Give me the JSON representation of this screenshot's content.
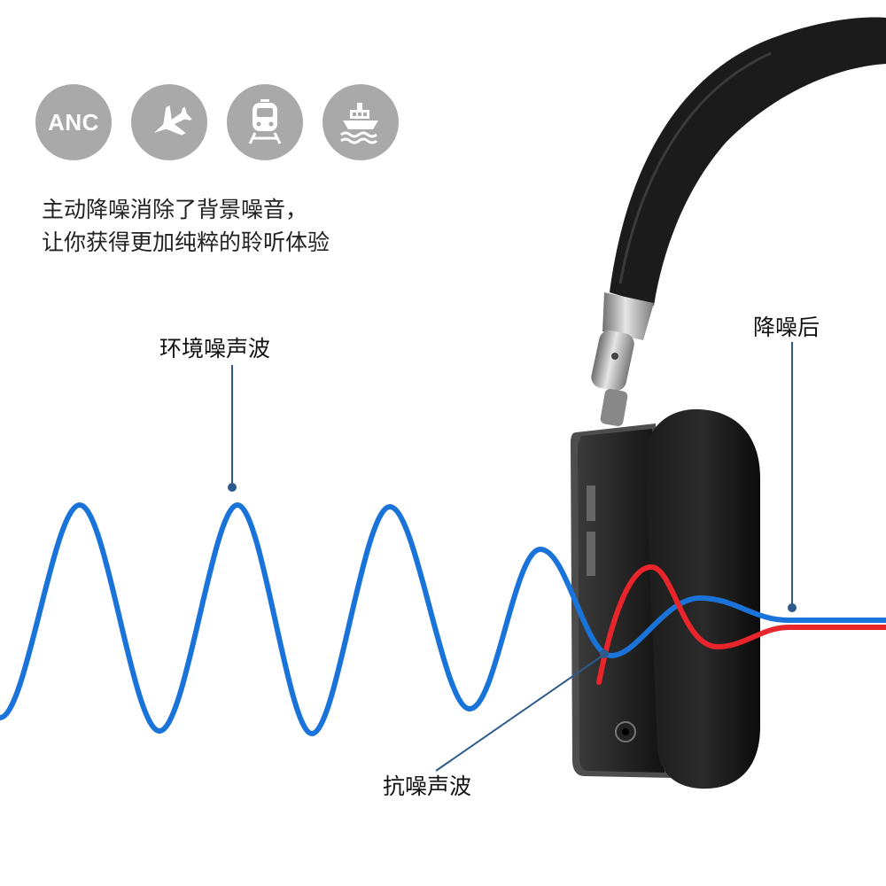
{
  "icons": [
    {
      "name": "anc-icon",
      "text": "ANC"
    },
    {
      "name": "airplane-icon"
    },
    {
      "name": "train-icon"
    },
    {
      "name": "ship-icon"
    }
  ],
  "headline": {
    "line1": "主动降噪消除了背景噪音，",
    "line2": "让你获得更加纯粹的聆听体验"
  },
  "labels": {
    "ambient": "环境噪声波",
    "anti": "抗噪声波",
    "after": "降噪后"
  },
  "colors": {
    "ambient_wave": "#1a73d9",
    "anti_wave": "#e8252b",
    "icon_bg": "#a9a9a9",
    "leader": "#2d5a8a"
  }
}
